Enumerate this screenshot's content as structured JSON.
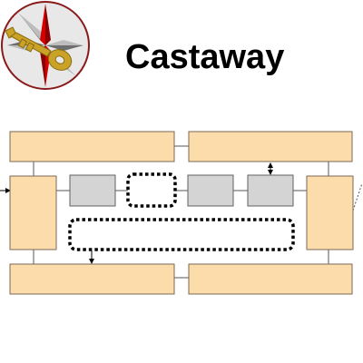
{
  "header": {
    "title": "Castaway",
    "logo_icon": "compass-rose-key-icon"
  },
  "colors": {
    "block_fill": "#fcdcaa",
    "block_stroke": "#7a6a55",
    "inner_block_fill": "#d4d4d4",
    "inner_block_stroke": "#606060",
    "dotted_stroke": "#000000",
    "logo_background": "#e8e8e8",
    "logo_ring": "#8a1a1a",
    "logo_points": "#d40000",
    "key_gold": "#c9a227"
  },
  "diagram": {
    "blocks": [
      {
        "id": "top-left-bar",
        "style": "solid-peach"
      },
      {
        "id": "top-right-bar",
        "style": "solid-peach"
      },
      {
        "id": "left-column",
        "style": "solid-peach"
      },
      {
        "id": "right-column",
        "style": "solid-peach"
      },
      {
        "id": "bottom-left-bar",
        "style": "solid-peach"
      },
      {
        "id": "bottom-right-bar",
        "style": "solid-peach"
      },
      {
        "id": "inner-gray-1",
        "style": "solid-gray"
      },
      {
        "id": "inner-gray-2",
        "style": "solid-gray"
      },
      {
        "id": "inner-gray-3",
        "style": "solid-gray"
      },
      {
        "id": "dotted-small",
        "style": "dotted"
      },
      {
        "id": "dotted-wide",
        "style": "dotted"
      }
    ]
  }
}
